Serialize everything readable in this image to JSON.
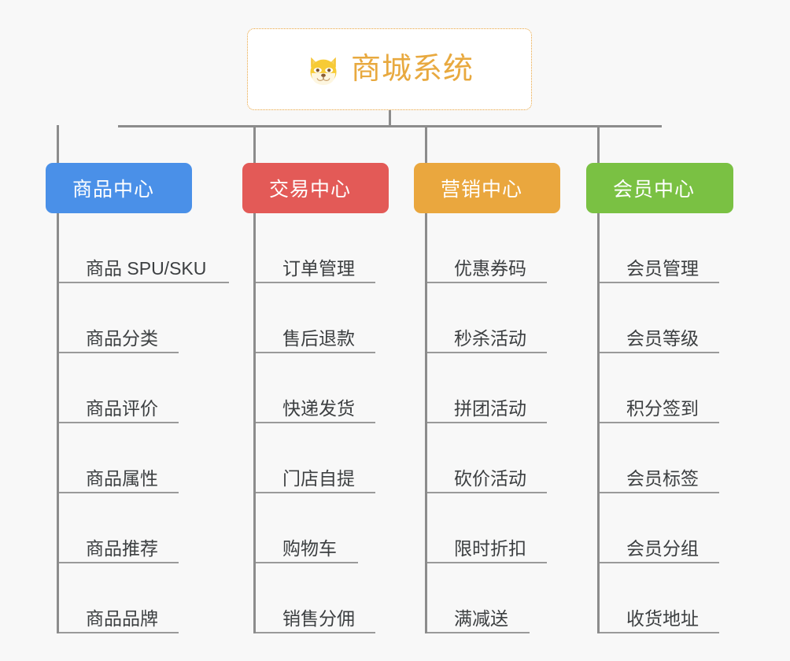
{
  "page": {
    "background_color": "#f8f8f8",
    "line_color": "#8c8c8c",
    "leaf_text_color": "#3c3f41",
    "leaf_underline_color": "#9a9a9a"
  },
  "root": {
    "icon": "shiba-dog-face-icon",
    "title": "商城系统",
    "text_color": "#e8a93f",
    "border_color": "#e8a33d",
    "background_color": "#ffffff"
  },
  "columns": [
    {
      "id": "product-center",
      "title": "商品中心",
      "color": "#4a90e8",
      "leaves": [
        "商品 SPU/SKU",
        "商品分类",
        "商品评价",
        "商品属性",
        "商品推荐",
        "商品品牌"
      ]
    },
    {
      "id": "trade-center",
      "title": "交易中心",
      "color": "#e35a57",
      "leaves": [
        "订单管理",
        "售后退款",
        "快递发货",
        "门店自提",
        "购物车",
        "销售分佣"
      ]
    },
    {
      "id": "marketing-center",
      "title": "营销中心",
      "color": "#eaa73e",
      "leaves": [
        "优惠券码",
        "秒杀活动",
        "拼团活动",
        "砍价活动",
        "限时折扣",
        "满减送"
      ]
    },
    {
      "id": "member-center",
      "title": "会员中心",
      "color": "#7ac143",
      "leaves": [
        "会员管理",
        "会员等级",
        "积分签到",
        "会员标签",
        "会员分组",
        "收货地址"
      ]
    }
  ]
}
